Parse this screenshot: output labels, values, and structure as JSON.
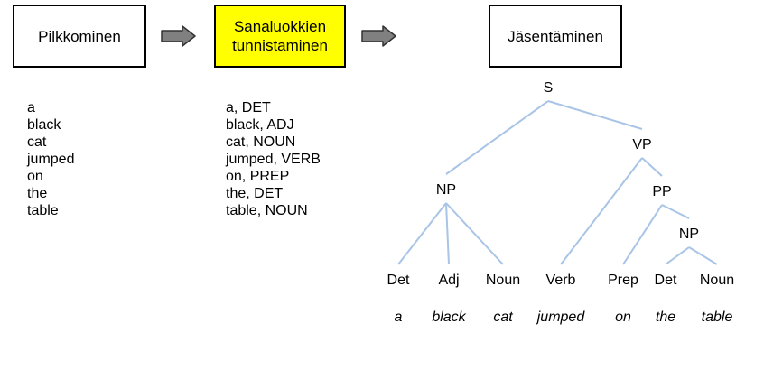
{
  "stages": {
    "tokenize": "Pilkkominen",
    "pos_line1": "Sanaluokkien",
    "pos_line2": "tunnistaminen",
    "parse": "Jäsentäminen"
  },
  "tokens": [
    "a",
    "black",
    "cat",
    "jumped",
    "on",
    "the",
    "table"
  ],
  "tagged": [
    "a, DET",
    "black, ADJ",
    "cat, NOUN",
    "jumped, VERB",
    "on, PREP",
    "the, DET",
    "table, NOUN"
  ],
  "tree": {
    "nodes": {
      "S": "S",
      "NP1": "NP",
      "VP": "VP",
      "PP": "PP",
      "NP2": "NP",
      "Det1": "Det",
      "Adj": "Adj",
      "Noun1": "Noun",
      "Verb": "Verb",
      "Prep": "Prep",
      "Det2": "Det",
      "Noun2": "Noun"
    },
    "words": {
      "Det1": "a",
      "Adj": "black",
      "Noun1": "cat",
      "Verb": "jumped",
      "Prep": "on",
      "Det2": "the",
      "Noun2": "table"
    },
    "edges": [
      [
        "S",
        "NP1"
      ],
      [
        "S",
        "VP"
      ],
      [
        "NP1",
        "Det1"
      ],
      [
        "NP1",
        "Adj"
      ],
      [
        "NP1",
        "Noun1"
      ],
      [
        "VP",
        "Verb"
      ],
      [
        "VP",
        "PP"
      ],
      [
        "PP",
        "Prep"
      ],
      [
        "PP",
        "NP2"
      ],
      [
        "NP2",
        "Det2"
      ],
      [
        "NP2",
        "Noun2"
      ]
    ]
  },
  "colors": {
    "highlight": "#ffff00",
    "edge": "#a8c4e6",
    "arrow_fill": "#808080"
  }
}
